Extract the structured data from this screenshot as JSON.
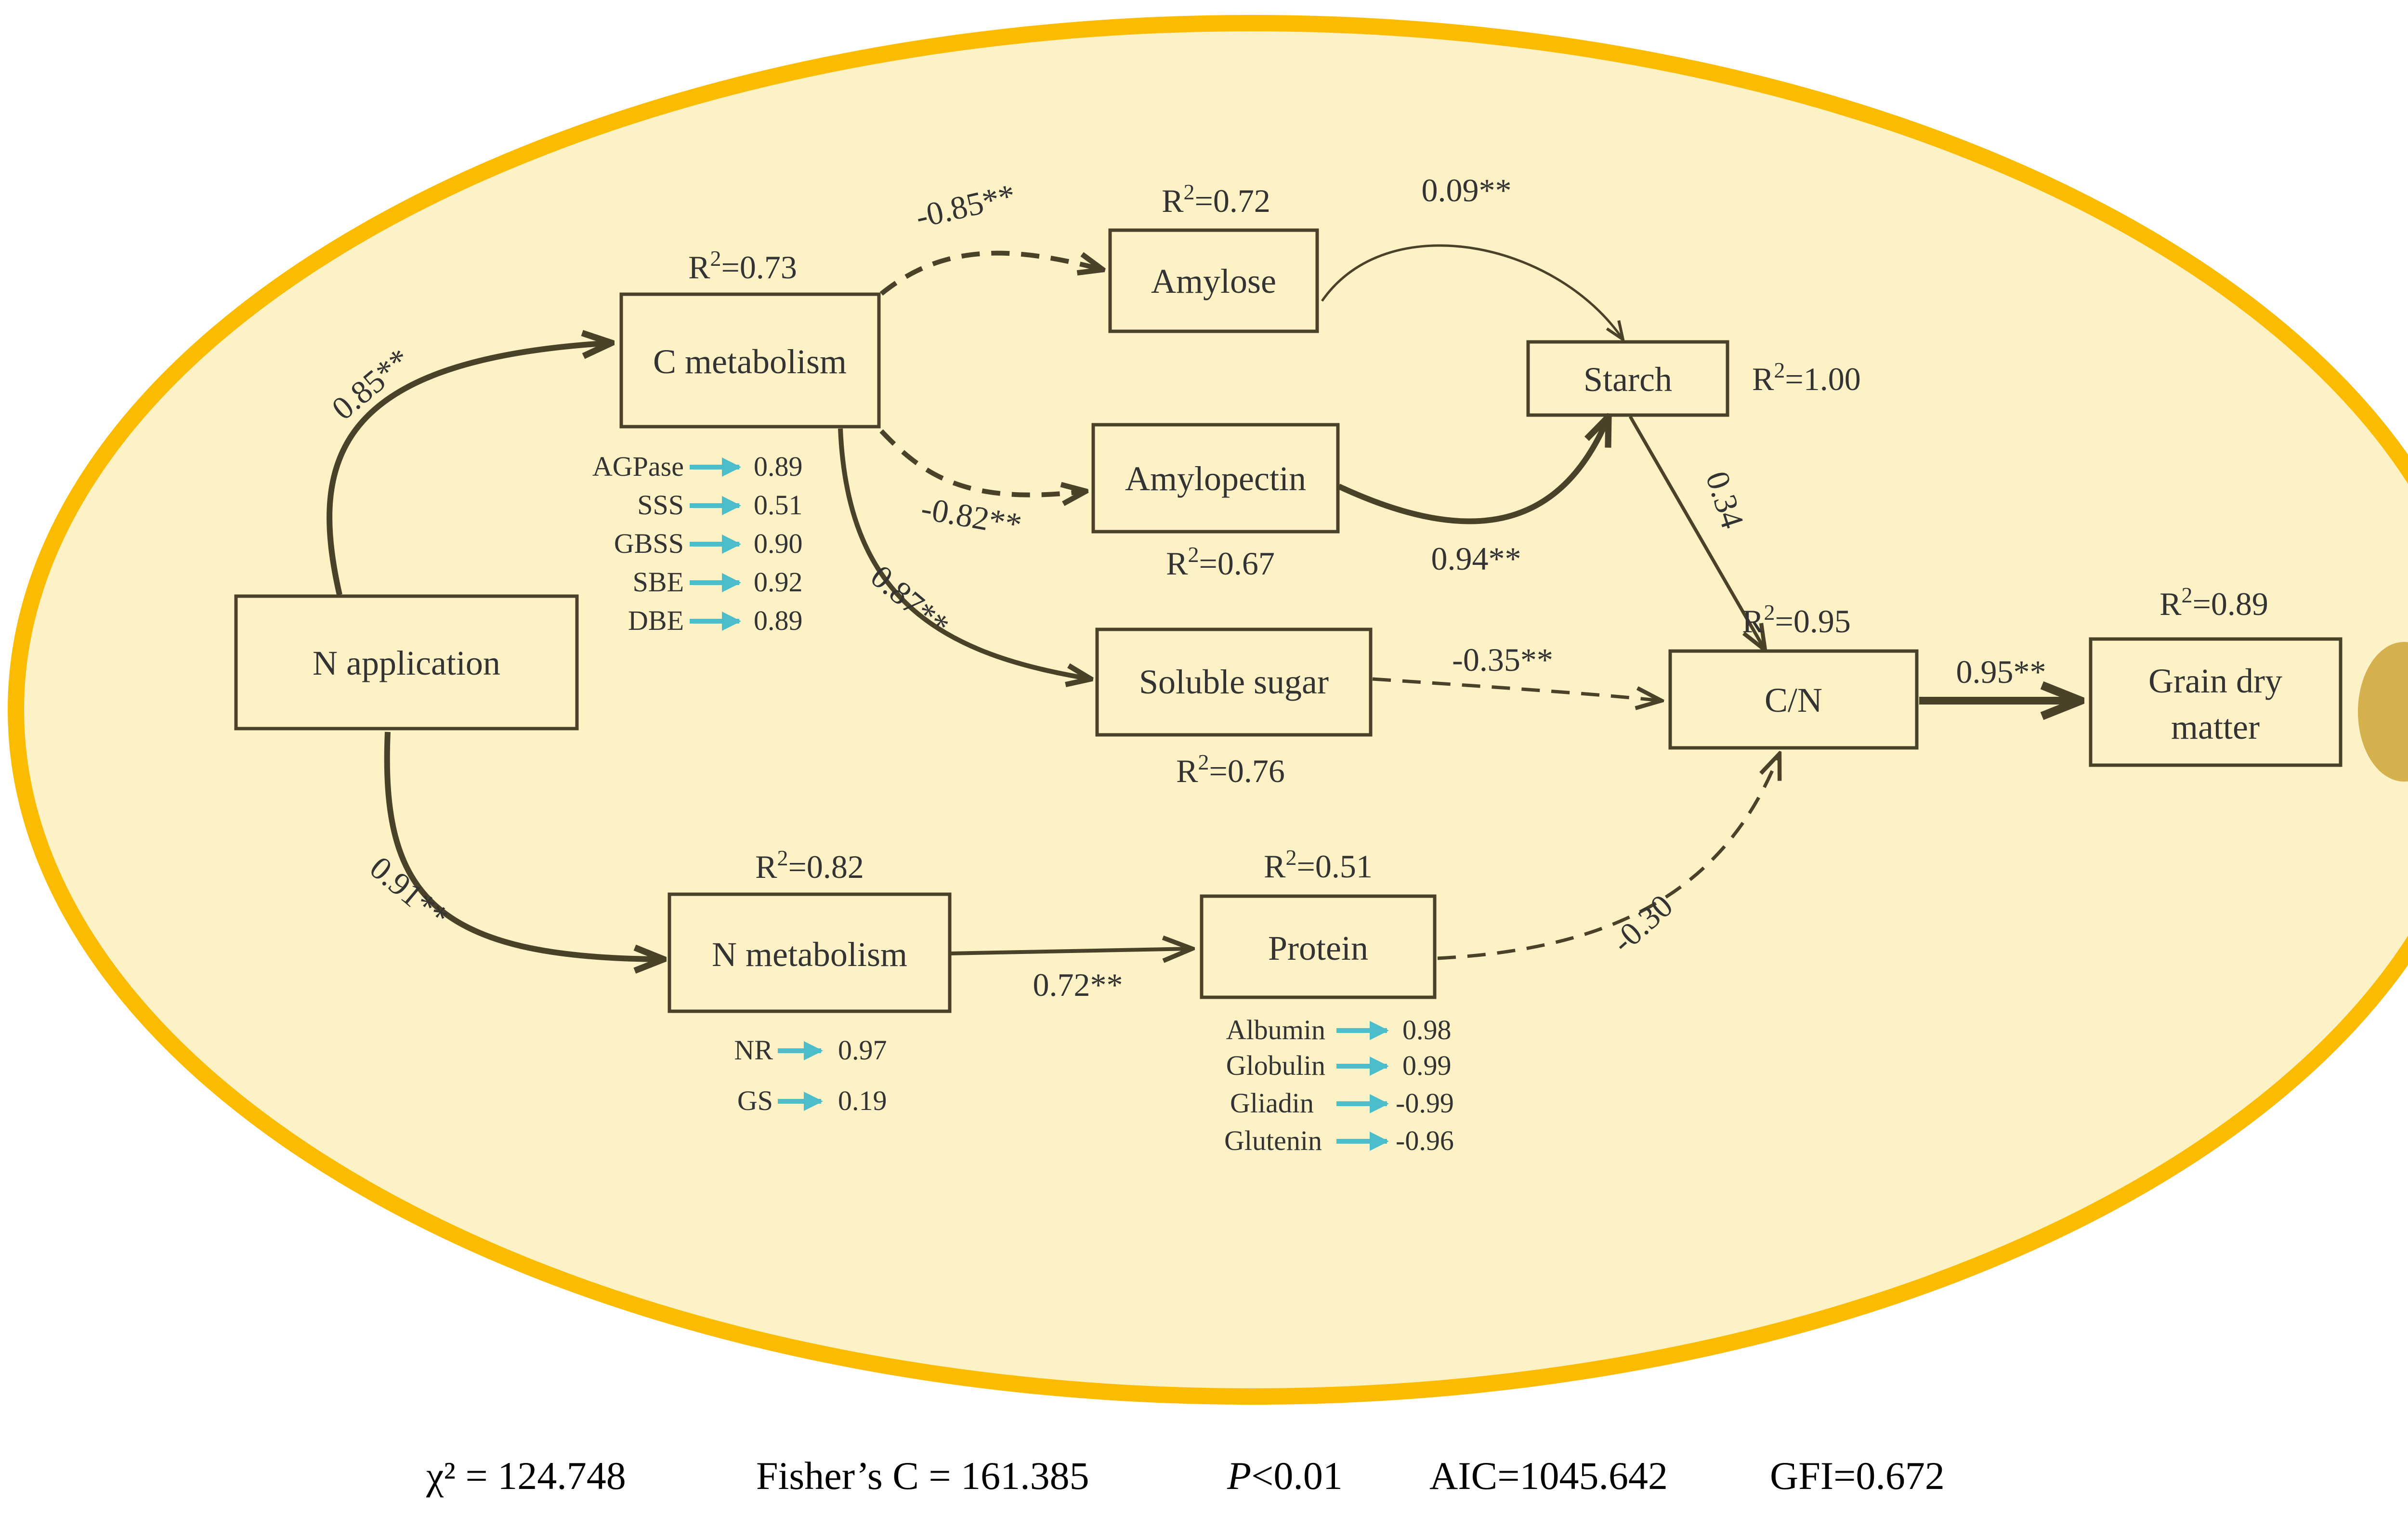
{
  "colors": {
    "background_ellipse_fill": "#fdf1c6",
    "background_ellipse_border": "#fbbb00",
    "paths": "#4a4129",
    "indicator_arrows": "#4bbdcb",
    "decorative_oval": "#d5b14e"
  },
  "nodes": {
    "n_application": "N application",
    "c_metabolism": "C metabolism",
    "amylose": "Amylose",
    "amylopectin": "Amylopectin",
    "starch": "Starch",
    "soluble_sugar": "Soluble sugar",
    "cn": "C/N",
    "grain_line1": "Grain dry",
    "grain_line2": "matter",
    "n_metabolism": "N metabolism",
    "protein": "Protein"
  },
  "r2": {
    "c_metabolism": "0.73",
    "amylose": "0.72",
    "amylopectin": "0.67",
    "starch": "1.00",
    "soluble_sugar": "0.76",
    "cn": "0.95",
    "grain": "0.89",
    "n_metabolism": "0.82",
    "protein": "0.51"
  },
  "coefficients": {
    "napp_to_cmet": "0.85**",
    "napp_to_nmet": "0.91**",
    "cmet_to_amylose": "-0.85**",
    "cmet_to_amylopectin": "-0.82**",
    "cmet_to_sugar": "0.87**",
    "amylose_to_starch": "0.09**",
    "amylopectin_to_starch": "0.94**",
    "starch_to_cn": "0.34",
    "sugar_to_cn": "-0.35**",
    "protein_to_cn": "-0.30",
    "cn_to_grain": "0.95**",
    "nmet_to_protein": "0.72**"
  },
  "c_indicators": [
    {
      "name": "AGPase",
      "value": "0.89"
    },
    {
      "name": "SSS",
      "value": "0.51"
    },
    {
      "name": "GBSS",
      "value": "0.90"
    },
    {
      "name": "SBE",
      "value": "0.92"
    },
    {
      "name": "DBE",
      "value": "0.89"
    }
  ],
  "n_indicators": [
    {
      "name": "NR",
      "value": "0.97"
    },
    {
      "name": "GS",
      "value": "0.19"
    }
  ],
  "protein_indicators": [
    {
      "name": "Albumin",
      "value": "0.98"
    },
    {
      "name": "Globulin",
      "value": "0.99"
    },
    {
      "name": "Gliadin",
      "value": "-0.99"
    },
    {
      "name": "Glutenin",
      "value": "-0.96"
    }
  ],
  "fit_stats": {
    "chi2": "χ² = 124.748",
    "fisher_c": "Fisher’s C = 161.385",
    "p_italic": "P",
    "p_rest": "<0.01",
    "aic": "AIC=1045.642",
    "gfi": "GFI=0.672"
  }
}
